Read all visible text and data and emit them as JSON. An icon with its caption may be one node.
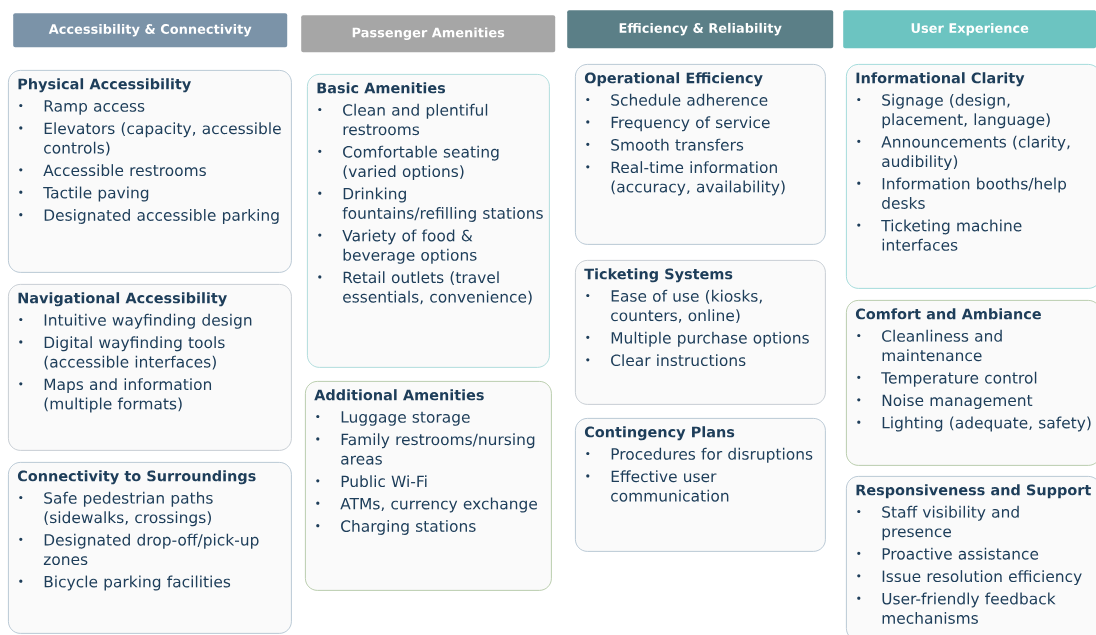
{
  "diagram": {
    "nodes": [
      {
        "text": [
          "Accessibility & Connectivity"
        ]
      },
      {
        "text": [
          "Passenger Amenities"
        ]
      },
      {
        "text": [
          "Efficiency & Reliability"
        ]
      },
      {
        "text": [
          "User Experience"
        ]
      },
      {
        "text": [
          "Physical Accessibility",
          "Ramp access",
          "Elevators (capacity, accessible controls)",
          "Accessible restrooms",
          "Tactile paving",
          "Designated accessible parking"
        ]
      },
      {
        "text": [
          "Navigational Accessibility",
          "Intuitive wayfinding design",
          "Digital wayfinding tools (accessible interfaces)",
          "Maps and information (multiple formats)"
        ]
      },
      {
        "text": [
          "Connectivity to Surroundings",
          "Safe pedestrian paths (sidewalks, crossings)",
          "Designated drop-off/pick-up zones",
          "Bicycle parking facilities"
        ]
      },
      {
        "text": [
          "Basic Amenities",
          "Clean and plentiful restrooms",
          "Comfortable seating (varied options)",
          "Drinking fountains/refilling stations",
          "Variety of food & beverage options",
          "Retail outlets (travel essentials, convenience)"
        ]
      },
      {
        "text": [
          "Additional Amenities",
          "Luggage storage",
          "Family restrooms/nursing areas",
          "Public Wi-Fi",
          "ATMs, currency exchange",
          "Charging stations"
        ]
      },
      {
        "text": [
          "Operational Efficiency",
          "Schedule adherence",
          "Frequency of service",
          "Smooth transfers",
          "Real-time information (accuracy, availability)"
        ]
      },
      {
        "text": [
          "Ticketing Systems",
          "Ease of use (kiosks, counters, online)",
          "Multiple purchase options",
          "Clear instructions"
        ]
      },
      {
        "text": [
          "Contingency Plans",
          "Procedures for disruptions",
          "Effective user communication"
        ]
      },
      {
        "text": [
          "Informational Clarity",
          "Signage (design, placement, language)",
          "Announcements (clarity, audibility)",
          "Information booths/help desks",
          "Ticketing machine interfaces"
        ]
      },
      {
        "text": [
          "Comfort and Ambiance",
          "Cleanliness and maintenance",
          "Temperature control",
          "Noise management",
          "Lighting (adequate, safety)"
        ]
      },
      {
        "text": [
          "Responsiveness and Support",
          "Staff visibility and presence",
          "Proactive assistance",
          "Issue resolution efficiency",
          "User-friendly feedback mechanisms"
        ]
      }
    ]
  }
}
